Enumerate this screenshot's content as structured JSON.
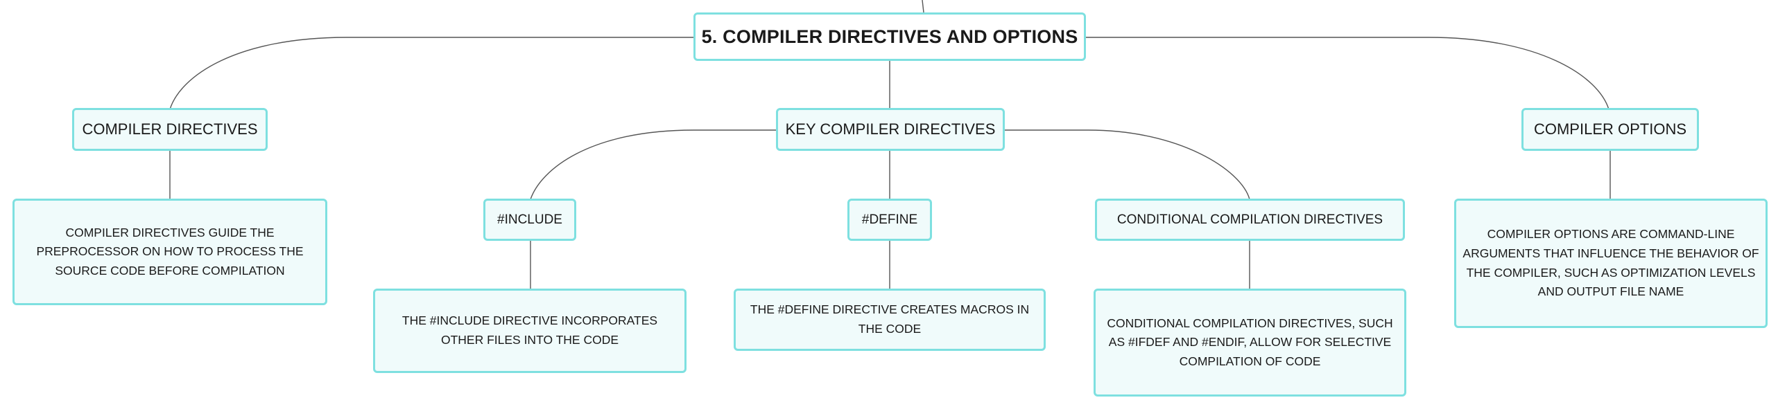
{
  "root": {
    "label": "5. COMPILER DIRECTIVES AND OPTIONS"
  },
  "compiler_directives": {
    "label": "COMPILER DIRECTIVES",
    "description": "COMPILER DIRECTIVES GUIDE THE PREPROCESSOR ON HOW TO PROCESS THE SOURCE CODE BEFORE COMPILATION"
  },
  "key_compiler_directives": {
    "label": "KEY COMPILER DIRECTIVES",
    "children": [
      {
        "label": "#INCLUDE",
        "description": "THE #INCLUDE DIRECTIVE INCORPORATES OTHER FILES INTO THE CODE"
      },
      {
        "label": "#DEFINE",
        "description": "THE #DEFINE DIRECTIVE CREATES MACROS IN THE CODE"
      },
      {
        "label": "CONDITIONAL COMPILATION DIRECTIVES",
        "description": "CONDITIONAL COMPILATION DIRECTIVES, SUCH AS #IFDEF AND #ENDIF, ALLOW FOR SELECTIVE COMPILATION OF CODE"
      }
    ]
  },
  "compiler_options": {
    "label": "COMPILER OPTIONS",
    "description": "COMPILER OPTIONS ARE COMMAND-LINE ARGUMENTS THAT INFLUENCE THE BEHAVIOR OF THE COMPILER, SUCH AS OPTIMIZATION LEVELS AND OUTPUT FILE NAME"
  }
}
